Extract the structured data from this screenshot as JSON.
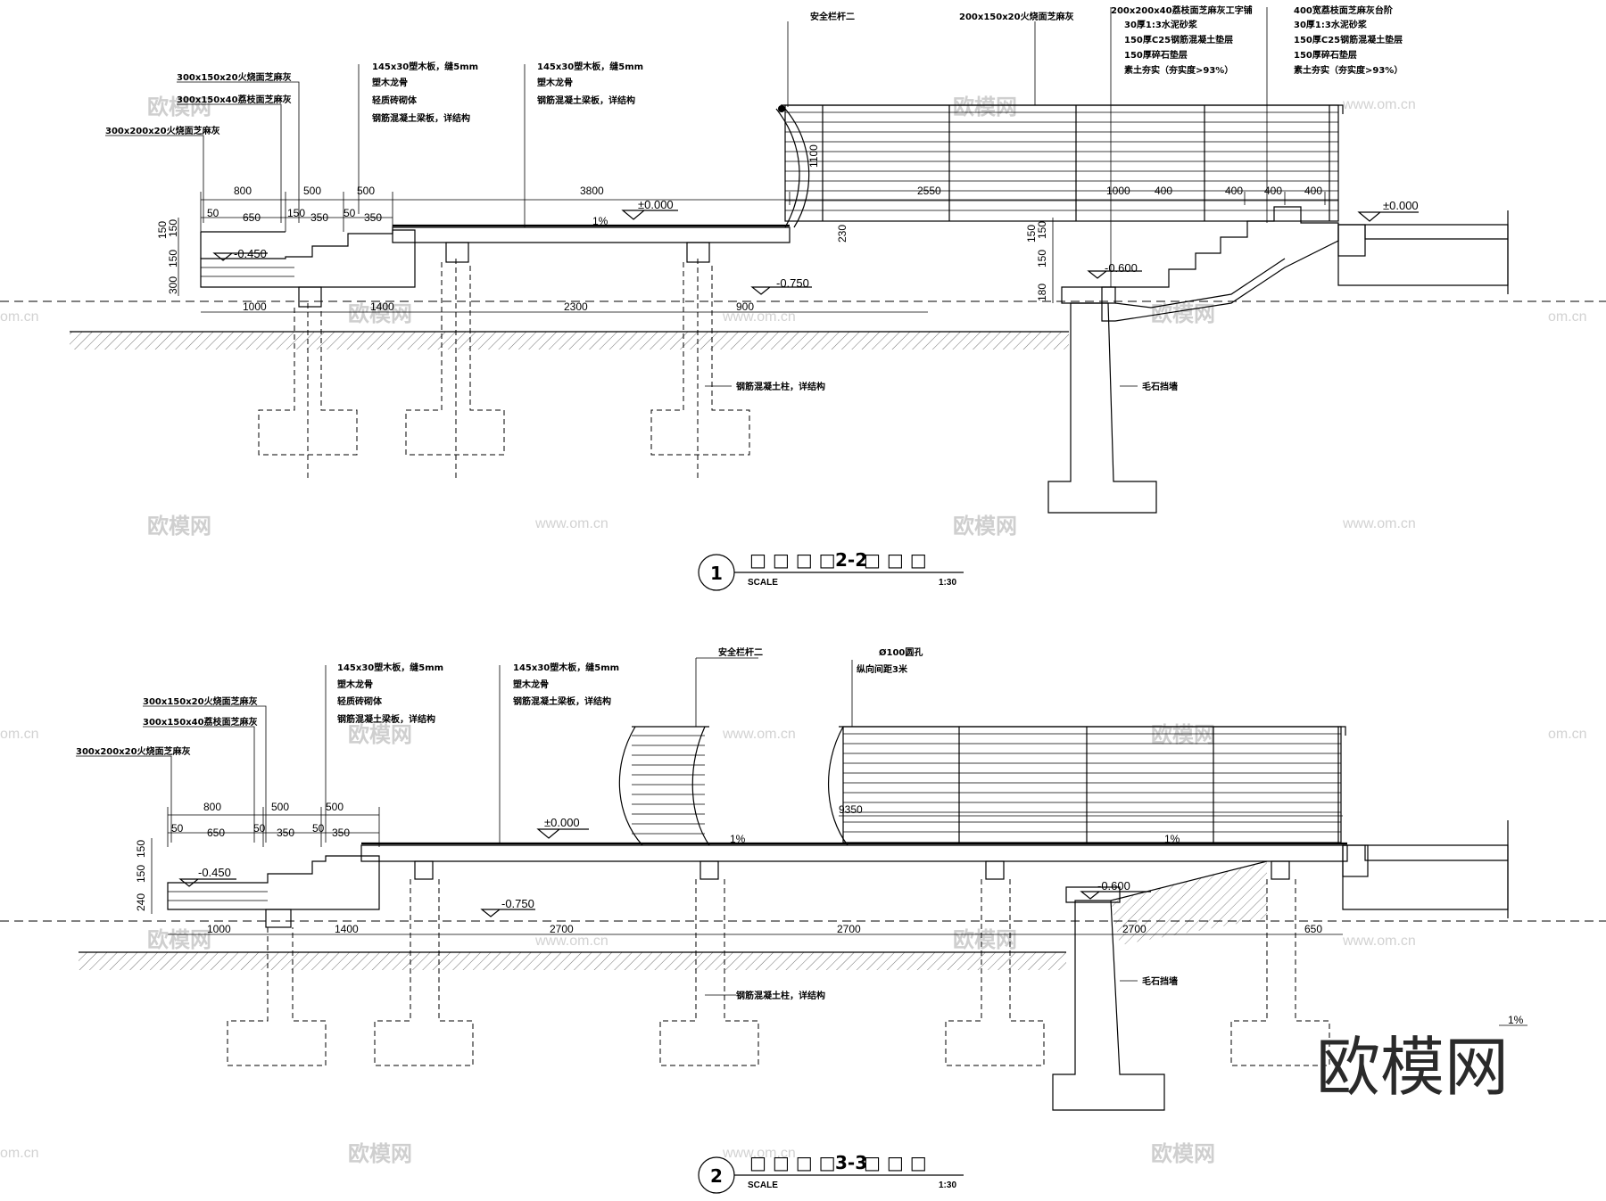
{
  "section1": {
    "number": "1",
    "title_suffix": "2-2",
    "scale_label": "SCALE",
    "scale_value": "1:30",
    "labels_left": [
      "300x150x20火烧面芝麻灰",
      "300x150x40荔枝面芝麻灰",
      "300x200x20火烧面芝麻灰"
    ],
    "labels_mid1": [
      "145x30塑木板，缝5mm",
      "塑木龙骨",
      "轻质砖砌体",
      "钢筋混凝土梁板，详结构"
    ],
    "labels_mid2": [
      "145x30塑木板，缝5mm",
      "塑木龙骨",
      "钢筋混凝土梁板，详结构"
    ],
    "rail_label": "安全栏杆二",
    "cap_label": "200x150x20火烧面芝麻灰",
    "labels_right1": [
      "200x200x40荔枝面芝麻灰工字铺",
      "30厚1:3水泥砂浆",
      "150厚C25钢筋混凝土垫层",
      "150厚碎石垫层",
      "素土夯实（夯实度>93%）"
    ],
    "labels_right2": [
      "400宽荔枝面芝麻灰台阶",
      "30厚1:3水泥砂浆",
      "150厚C25钢筋混凝土垫层",
      "150厚碎石垫层",
      "素土夯实（夯实度>93%）"
    ],
    "dims_top": [
      "800",
      "500",
      "500",
      "3800",
      "2550",
      "1000",
      "400",
      "400",
      "400",
      "400"
    ],
    "dims_sub": [
      "50",
      "650",
      "150",
      "350",
      "50",
      "350"
    ],
    "dims_bottom": [
      "1000",
      "1400",
      "2300",
      "900"
    ],
    "dims_vert_left": [
      "150",
      "150",
      "150",
      "300"
    ],
    "dims_vert_right": [
      "150",
      "150",
      "150",
      "180"
    ],
    "dim_rail_h": "1100",
    "dim_230": "230",
    "slope": "1%",
    "elev_0": "±0.000",
    "elev_0_right": "±0.000",
    "elev_m045": "-0.450",
    "elev_m075": "-0.750",
    "elev_m060": "-0.600",
    "column_label": "钢筋混凝土柱，详结构",
    "wall_label": "毛石挡墙"
  },
  "section2": {
    "number": "2",
    "title_suffix": "3-3",
    "scale_label": "SCALE",
    "scale_value": "1:30",
    "labels_left": [
      "300x150x20火烧面芝麻灰",
      "300x150x40荔枝面芝麻灰",
      "300x200x20火烧面芝麻灰"
    ],
    "labels_mid1": [
      "145x30塑木板，缝5mm",
      "塑木龙骨",
      "轻质砖砌体",
      "钢筋混凝土梁板，详结构"
    ],
    "labels_mid2": [
      "145x30塑木板，缝5mm",
      "塑木龙骨",
      "钢筋混凝土梁板，详结构"
    ],
    "rail_label": "安全栏杆二",
    "hole_label": "Ø100圆孔",
    "hole_spacing": "纵向间距3米",
    "dims_top": [
      "800",
      "500",
      "500"
    ],
    "dims_sub": [
      "50",
      "650",
      "50",
      "350",
      "50",
      "350"
    ],
    "dim_9350": "9350",
    "dims_bottom": [
      "1000",
      "1400",
      "2700",
      "2700",
      "2700",
      "650"
    ],
    "dims_vert_left": [
      "150",
      "150",
      "240"
    ],
    "slope": "1%",
    "slope2": "1%",
    "slope3": "1%",
    "elev_0": "±0.000",
    "elev_m045": "-0.450",
    "elev_m075": "-0.750",
    "elev_m060": "-0.600",
    "column_label": "钢筋混凝土柱，详结构",
    "wall_label": "毛石挡墙"
  },
  "watermark": {
    "cn": "欧模网",
    "url": "www.om.cn",
    "url_short": "om.cn"
  },
  "logo_text": "欧模网"
}
